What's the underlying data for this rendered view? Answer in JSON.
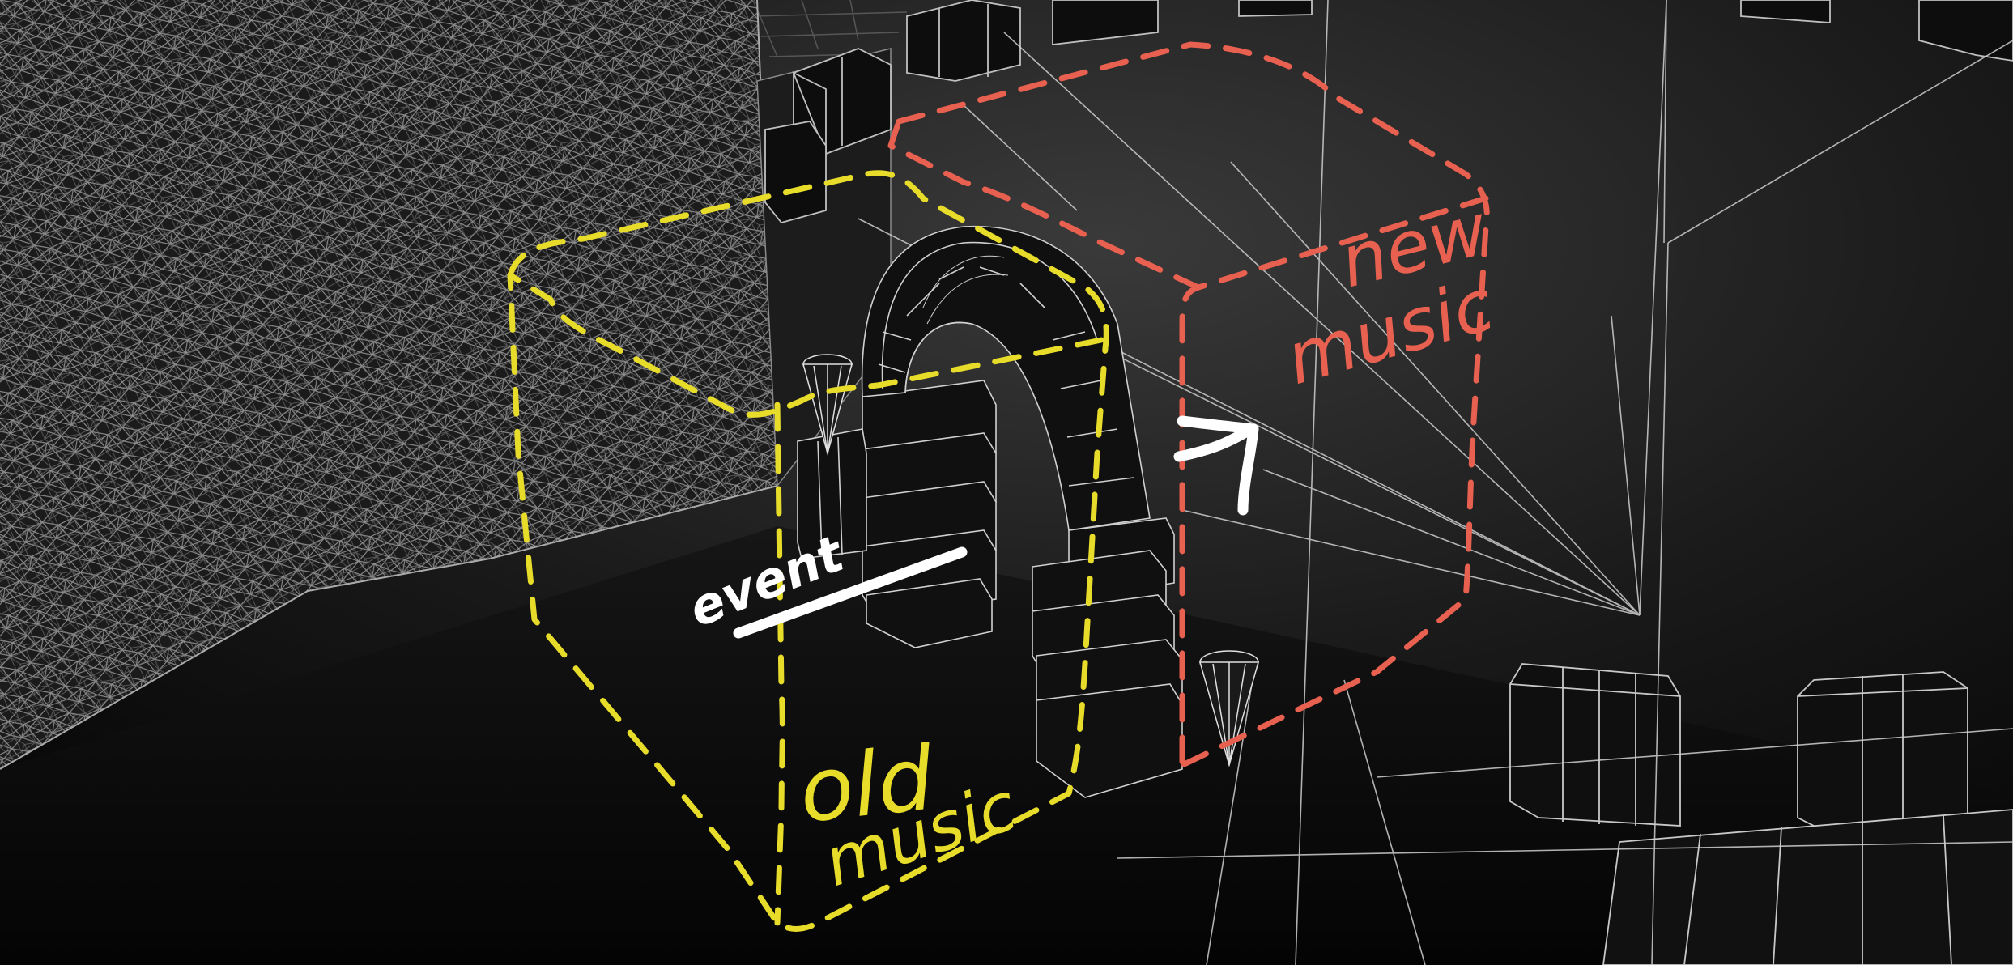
{
  "labels": {
    "old_music_line1": "old",
    "old_music_line2": "music",
    "new_music_line1": "new",
    "new_music_line2": "music",
    "event": "event"
  },
  "colors": {
    "old_zone": "#e8dc2a",
    "new_zone": "#e8604f",
    "annotation": "#ffffff",
    "wire": "#b8b8b8",
    "background": "#0a0a0a"
  },
  "icons": [
    "audio-emitter-cone-icon",
    "direction-arrow-icon"
  ]
}
